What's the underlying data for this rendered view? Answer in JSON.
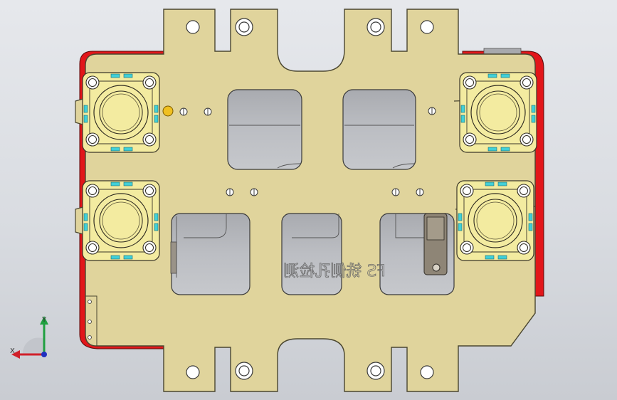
{
  "viewport": {
    "background_top": "#e6e8ec",
    "background_bottom": "#c9ccd2"
  },
  "model": {
    "plate_color": "#e0d49c",
    "plate_stroke": "#4a4630",
    "base_color": "#e2161a",
    "pocket_color": "#b4b6bb",
    "clamp_color": "#f3eba0",
    "accent_color": "#40d0d8",
    "marker_color": "#f0c020",
    "bracket_color": "#8e8576",
    "engraved_text": "FS 铣侧孔检测"
  },
  "triad": {
    "x_label": "X",
    "y_label": "Y",
    "x_color": "#d0202a",
    "y_color": "#20a040",
    "z_color": "#2030c0"
  }
}
